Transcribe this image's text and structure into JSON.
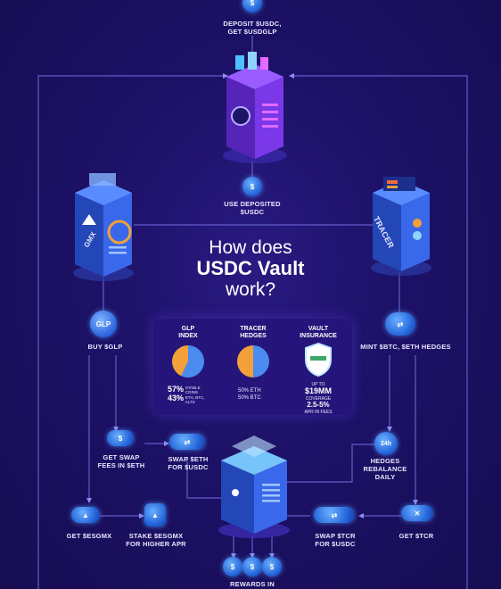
{
  "title": {
    "line1": "How does",
    "line2": "USDC Vault",
    "line3": "work?"
  },
  "labels": {
    "deposit": "DEPOSIT $USDC,\nGET $usdGLP",
    "use_deposited": "USE DEPOSITED\n$USDC",
    "buy_glp": "BUY $GLP",
    "mint_hedges": "MINT $BTC, $ETH HEDGES",
    "get_swap_fees": "GET SWAP\nFEES IN $ETH",
    "swap_eth": "SWAP $ETH\nFOR $USDC",
    "hedges_rebalance": "HEDGES\nREBALANCE\nDAILY",
    "get_esgmx": "GET $esGMX",
    "stake_esgmx": "STAKE $esGMX\nFOR HIGHER APR",
    "swap_tcr": "SWAP $TCR\nFOR $USDC",
    "get_tcr": "GET $TCR",
    "rewards": "REWARDS IN"
  },
  "servers": {
    "left_brand": "GMX",
    "right_brand": "Tracer",
    "glp_badge": "GLP"
  },
  "panel": {
    "glp_index": {
      "heading": "GLP\nINDEX",
      "stat1_value": "57%",
      "stat1_label": "STABLE\nCOINS",
      "stat2_value": "43%",
      "stat2_label": "ETH, BTC,\nALTS"
    },
    "tracer_hedges": {
      "heading": "TRACER\nHEDGES",
      "stat1": "50% ETH",
      "stat2": "50% BTC"
    },
    "vault_insurance": {
      "heading": "VAULT\nINSURANCE",
      "up_to": "UP TO",
      "amount": "$19MM",
      "coverage": "COVERAGE",
      "apr": "2.5-5%",
      "apr_label": "APR IN FEES"
    }
  },
  "chart_data": {
    "type": "pie",
    "charts": [
      {
        "name": "GLP INDEX",
        "categories": [
          "STABLE COINS",
          "ETH, BTC, ALTS"
        ],
        "values": [
          57,
          43
        ]
      },
      {
        "name": "TRACER HEDGES",
        "categories": [
          "ETH",
          "BTC"
        ],
        "values": [
          50,
          50
        ]
      }
    ]
  },
  "colors": {
    "background": "#1b1060",
    "wire": "#6f6ad8",
    "pie_blue": "#4a8cf0",
    "pie_orange": "#f2a03a",
    "panel": "#25157a",
    "accent_purple": "#8a3cf0"
  },
  "icons": {
    "coin": "usdc-coin-icon",
    "shield": "shield-icon",
    "clock": "clock-24h-icon"
  }
}
